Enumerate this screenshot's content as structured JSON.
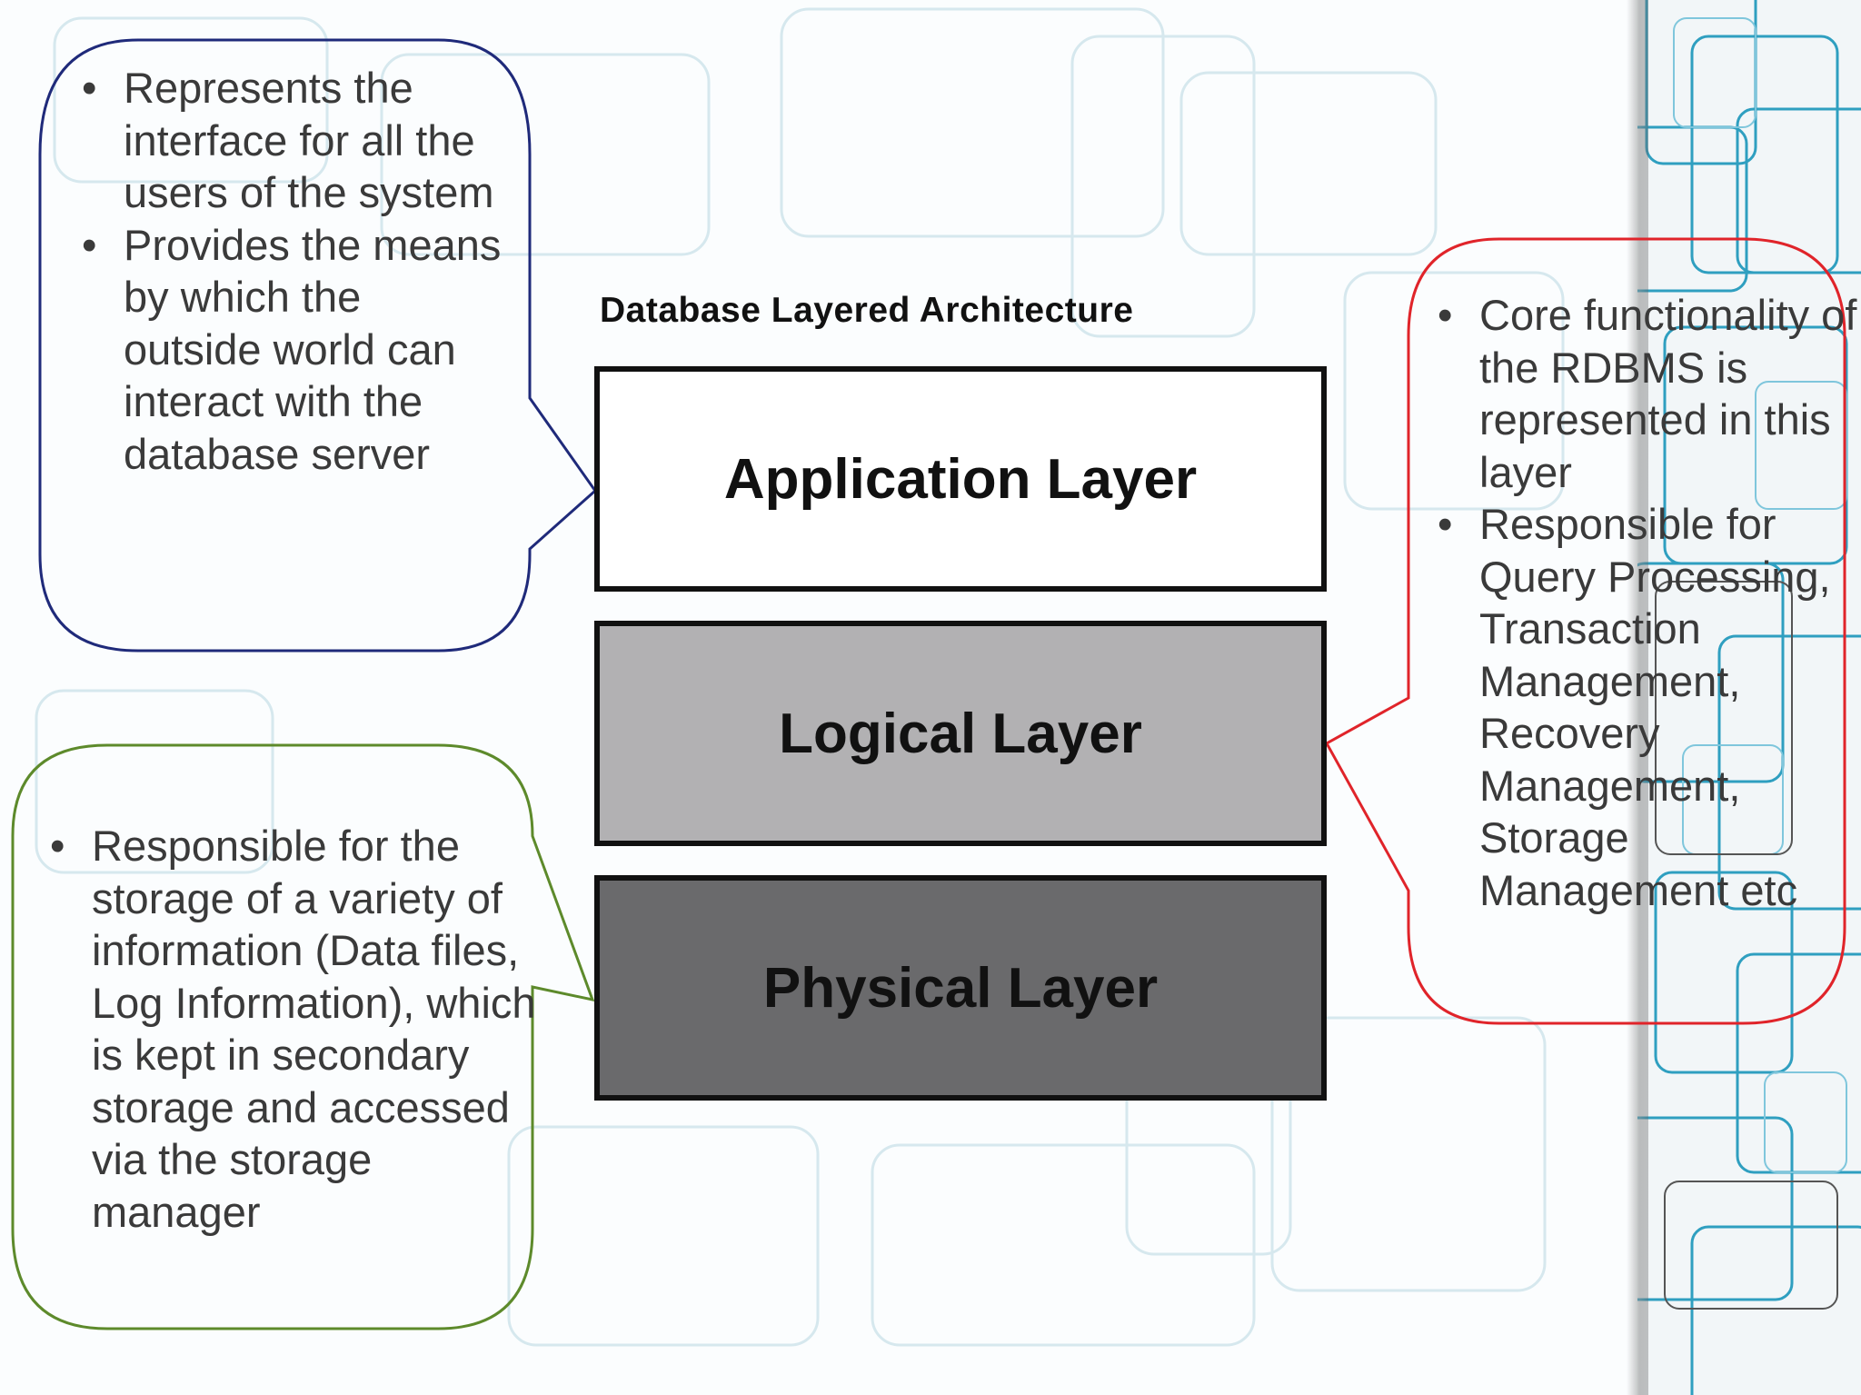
{
  "diagram": {
    "title": "Database Layered Architecture",
    "layers": [
      {
        "label": "Application Layer",
        "fill": "#ffffff"
      },
      {
        "label": "Logical Layer",
        "fill": "#b2b1b3"
      },
      {
        "label": "Physical Layer",
        "fill": "#6a6a6c"
      }
    ]
  },
  "callouts": {
    "application": {
      "border_color": "#1f2a7a",
      "bullets": [
        "Represents the interface for all the users of the system",
        "Provides the means by which the outside world can interact with the database server"
      ]
    },
    "physical": {
      "border_color": "#5d8a2b",
      "bullets": [
        "Responsible for the storage of a variety of information (Data files, Log Information), which is kept in secondary storage and accessed via the storage manager"
      ]
    },
    "logical": {
      "border_color": "#e0242a",
      "bullets": [
        "Core functionality of the RDBMS is represented in this layer",
        "Responsible for Query Processing, Transaction Management, Recovery Management, Storage Management etc"
      ]
    }
  },
  "theme": {
    "background_pattern_color": "#d6e8ee",
    "strip_pattern_color": "#2f9fc0"
  }
}
